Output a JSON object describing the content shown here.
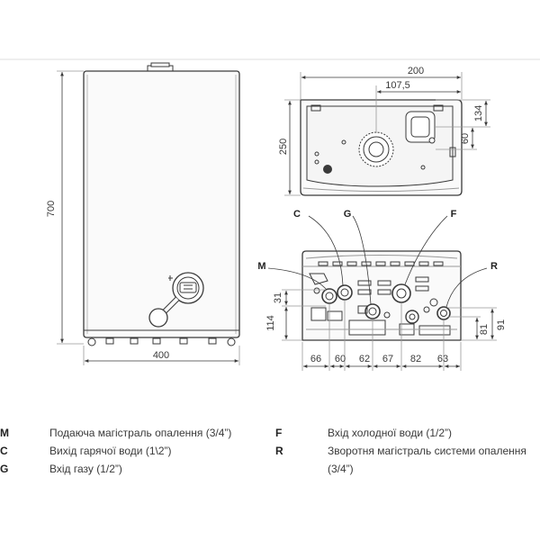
{
  "front_view": {
    "height_label": "700",
    "width_label": "400"
  },
  "top_view": {
    "width_label": "200",
    "offset_label": "107,5",
    "depth_label": "250",
    "flue_offset_label": "134",
    "flue_height_label": "60"
  },
  "bottom_view": {
    "callouts": {
      "C": "C",
      "G": "G",
      "F": "F",
      "M": "M",
      "R": "R"
    },
    "left_dims": [
      "31",
      "114"
    ],
    "right_dims": [
      "81",
      "91"
    ],
    "spacing_dims": [
      "66",
      "60",
      "62",
      "67",
      "82",
      "63"
    ]
  },
  "legend": [
    {
      "code": "M",
      "text": "Подаюча магістраль опалення (3/4”)"
    },
    {
      "code": "C",
      "text": "Вихід гарячої води (1\\2”)"
    },
    {
      "code": "G",
      "text": "Вхід газу (1/2”)"
    },
    {
      "code": "F",
      "text": "Вхід холодної води (1/2”)"
    },
    {
      "code": "R",
      "text": "Зворотня магістраль системи опалення",
      "text2": "(3/4”)"
    }
  ],
  "colors": {
    "line": "#3a3a3a",
    "fill": "#f3f3f3",
    "accent": "#555555"
  }
}
